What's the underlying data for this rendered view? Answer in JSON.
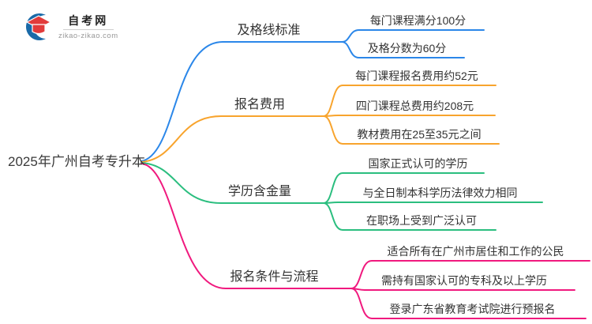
{
  "page": {
    "background_color": "#ffffff"
  },
  "logo": {
    "title": "自考网",
    "domain": "zikao-zikao.com",
    "swoosh_color": "#1a6aa8",
    "cap_color": "#e23b3b"
  },
  "mindmap": {
    "root": {
      "label": "2025年广州自考专升本"
    },
    "branches": [
      {
        "label": "及格线标准",
        "color": "#2b87e9",
        "children": [
          "每门课程满分100分",
          "及格分数为60分"
        ]
      },
      {
        "label": "报名费用",
        "color": "#f8a42d",
        "children": [
          "每门课程报名费用约52元",
          "四门课程总费用约208元",
          "教材费用在25至35元之间"
        ]
      },
      {
        "label": "学历含金量",
        "color": "#2bbe7f",
        "children": [
          "国家正式认可的学历",
          "与全日制本科学历法律效力相同",
          "在职场上受到广泛认可"
        ]
      },
      {
        "label": "报名条件与流程",
        "color": "#f0197e",
        "children": [
          "适合所有在广州市居住和工作的公民",
          "需持有国家认可的专科及以上学历",
          "登录广东省教育考试院进行预报名"
        ]
      }
    ]
  }
}
